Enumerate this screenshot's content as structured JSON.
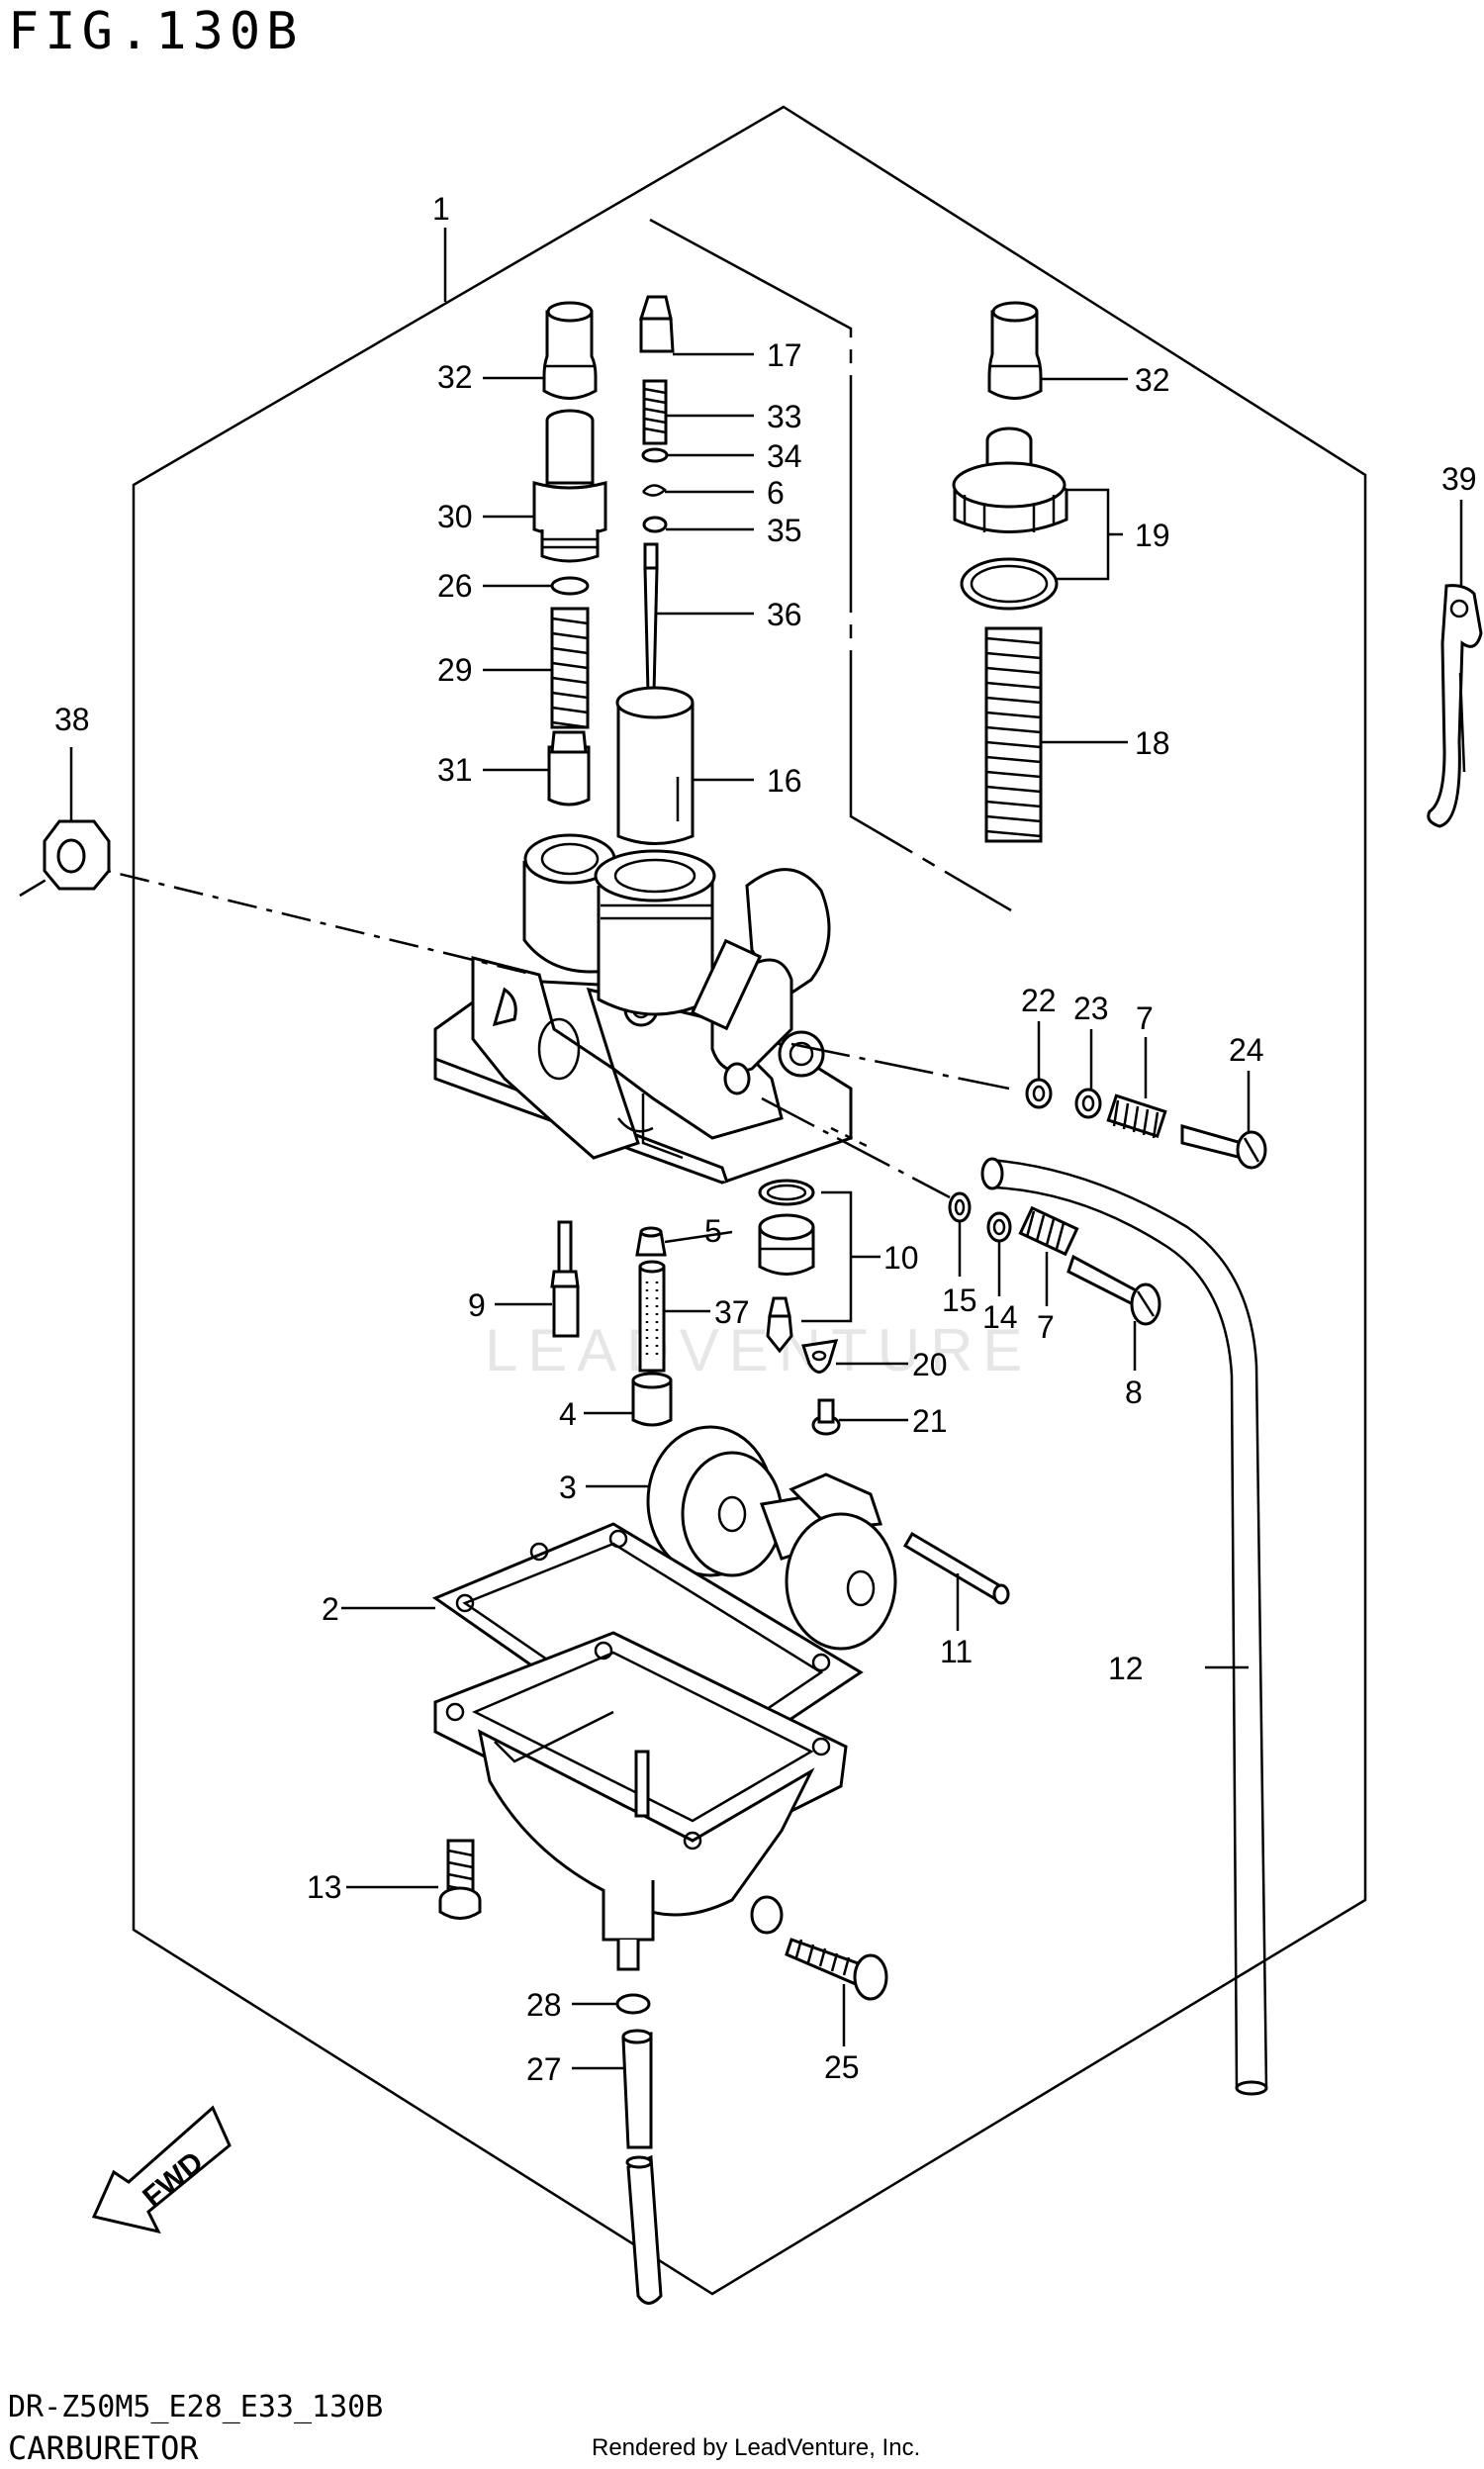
{
  "header": {
    "figure_title": "FIG.130B"
  },
  "footer": {
    "model_code": "DR-Z50M5_E28_E33_130B",
    "section_name": "CARBURETOR",
    "render_credit": "Rendered by LeadVenture, Inc."
  },
  "watermark": "LEADVENTURE",
  "fwd_label": "FWD",
  "callouts": {
    "p1": "1",
    "p2": "2",
    "p3": "3",
    "p4": "4",
    "p5": "5",
    "p6": "6",
    "p7a": "7",
    "p7b": "7",
    "p8": "8",
    "p9": "9",
    "p10": "10",
    "p11": "11",
    "p12": "12",
    "p13": "13",
    "p14": "14",
    "p15": "15",
    "p16": "16",
    "p17": "17",
    "p18": "18",
    "p19": "19",
    "p20": "20",
    "p21": "21",
    "p22": "22",
    "p23": "23",
    "p24": "24",
    "p25": "25",
    "p26": "26",
    "p27": "27",
    "p28": "28",
    "p29": "29",
    "p30": "30",
    "p31": "31",
    "p32a": "32",
    "p32b": "32",
    "p33": "33",
    "p34": "34",
    "p35": "35",
    "p36": "36",
    "p37": "37",
    "p38": "38",
    "p39": "39"
  }
}
